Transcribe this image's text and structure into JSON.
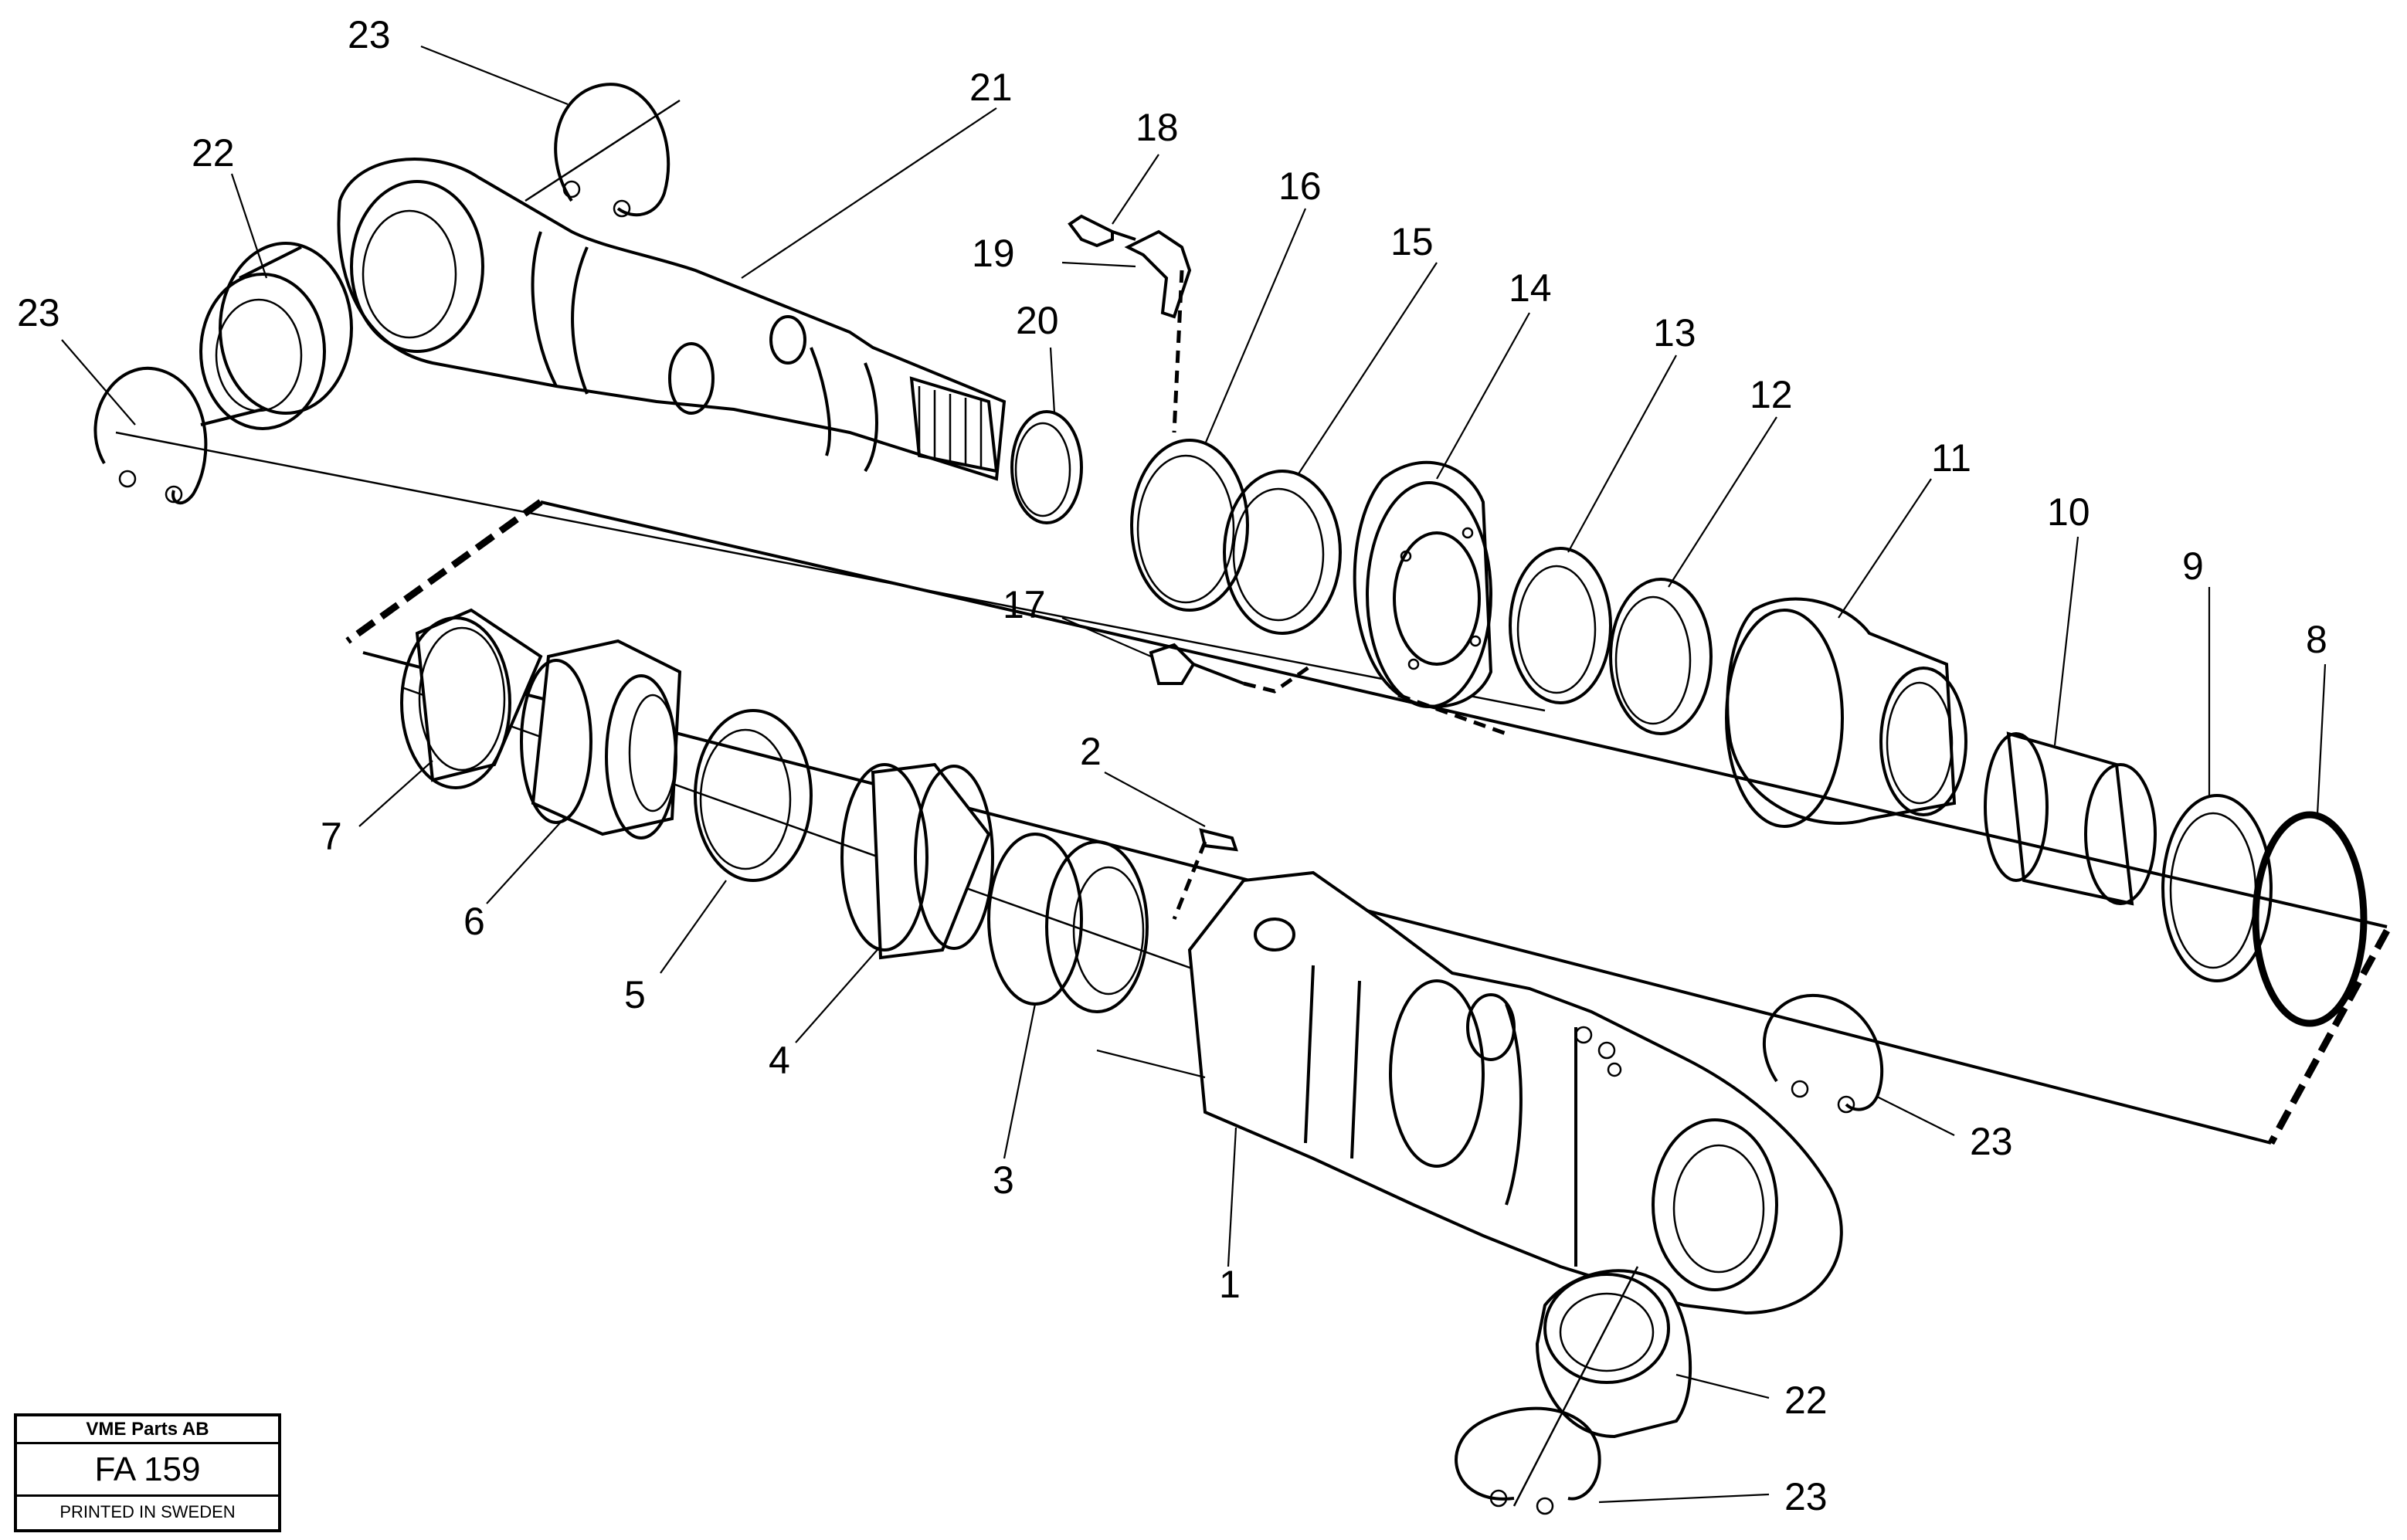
{
  "title_block": {
    "company": "VME Parts AB",
    "figure": "FA 159",
    "printed": "PRINTED IN SWEDEN"
  },
  "callouts": [
    "23",
    "22",
    "23",
    "21",
    "18",
    "19",
    "16",
    "20",
    "15",
    "14",
    "13",
    "12",
    "11",
    "10",
    "9",
    "8",
    "17",
    "2",
    "7",
    "6",
    "5",
    "4",
    "3",
    "1",
    "23",
    "22",
    "23"
  ]
}
